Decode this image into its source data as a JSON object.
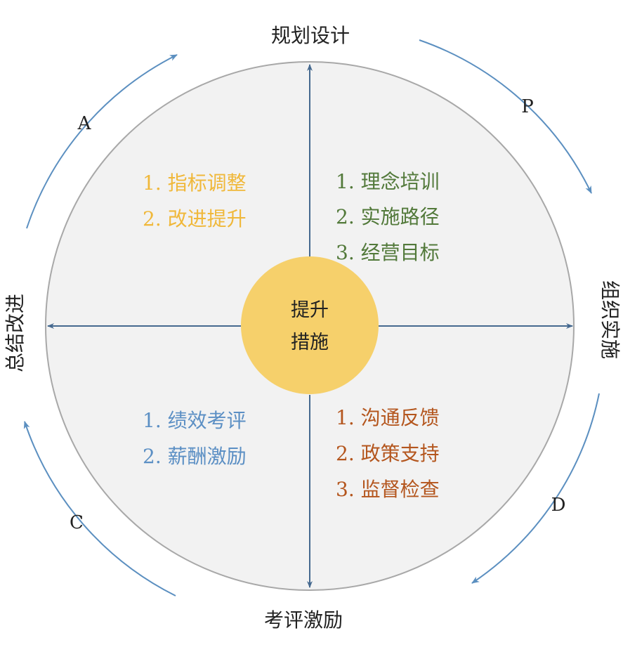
{
  "stages": {
    "top": "规划设计",
    "right": "组织实施",
    "bottom": "考评激励",
    "left": "总结改进"
  },
  "cycle_letters": {
    "p": "P",
    "d": "D",
    "c": "C",
    "a": "A"
  },
  "center": {
    "line1": "提升",
    "line2": "措施"
  },
  "quadrants": {
    "top_left": {
      "color": "#f0b83a",
      "items": [
        "1. 指标调整",
        "2. 改进提升"
      ]
    },
    "top_right": {
      "color": "#52793a",
      "items": [
        "1. 理念培训",
        "2. 实施路径",
        "3. 经营目标"
      ]
    },
    "bottom_left": {
      "color": "#5b8fc4",
      "items": [
        "1. 绩效考评",
        "2. 薪酬激励"
      ]
    },
    "bottom_right": {
      "color": "#b4561e",
      "items": [
        "1. 沟通反馈",
        "2. 政策支持",
        "3. 监督检查"
      ]
    }
  },
  "colors": {
    "circle_fill": "#f2f2f2",
    "center_fill": "#f6d06b",
    "axis": "#45698f",
    "arc": "#5b8fc0"
  }
}
